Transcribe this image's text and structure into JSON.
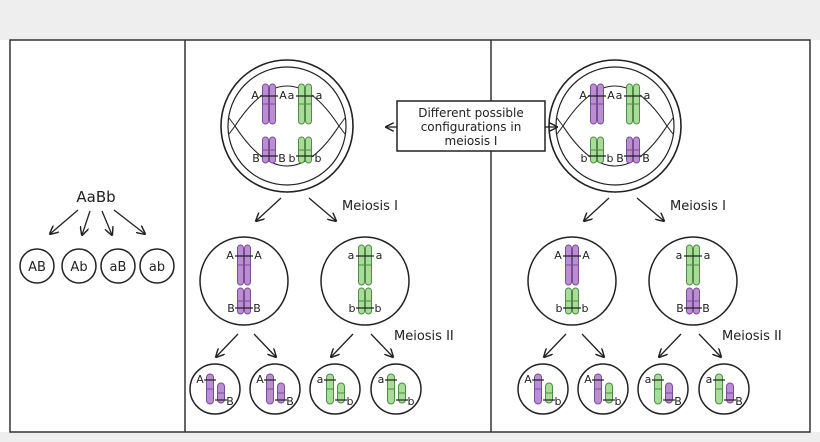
{
  "panel_left": {
    "genotype": "AaBb",
    "gametes": [
      "AB",
      "Ab",
      "aB",
      "ab"
    ]
  },
  "callout": {
    "lines": [
      "Different possible",
      "configurations in",
      "meiosis I"
    ]
  },
  "steps": {
    "meiosis1": "Meiosis I",
    "meiosis2": "Meiosis II"
  },
  "allele_labels": {
    "A_big": "A",
    "a_big": "a",
    "B_small": "B",
    "b_small": "b"
  },
  "colors": {
    "purple": "#b98fd2",
    "purple_dark": "#7a4c98",
    "green": "#a9dc98",
    "green_dark": "#4e8b45",
    "ink": "#222222",
    "background_outer": "#eeeeee"
  },
  "configurations": [
    {
      "name": "config-1",
      "metaphase": {
        "top": [
          "A",
          "A",
          "a",
          "a"
        ],
        "bottom": [
          "B",
          "B",
          "b",
          "b"
        ]
      },
      "daughters": [
        {
          "big": "A",
          "small": "B",
          "big_color": "purple",
          "small_color": "purple"
        },
        {
          "big": "a",
          "small": "b",
          "big_color": "green",
          "small_color": "green"
        }
      ],
      "gametes": [
        {
          "big": "A",
          "small": "B",
          "big_color": "purple",
          "small_color": "purple"
        },
        {
          "big": "A",
          "small": "B",
          "big_color": "purple",
          "small_color": "purple"
        },
        {
          "big": "a",
          "small": "b",
          "big_color": "green",
          "small_color": "green"
        },
        {
          "big": "a",
          "small": "b",
          "big_color": "green",
          "small_color": "green"
        }
      ]
    },
    {
      "name": "config-2",
      "metaphase": {
        "top": [
          "A",
          "A",
          "a",
          "a"
        ],
        "bottom": [
          "b",
          "b",
          "B",
          "B"
        ]
      },
      "daughters": [
        {
          "big": "A",
          "small": "b",
          "big_color": "purple",
          "small_color": "green"
        },
        {
          "big": "a",
          "small": "B",
          "big_color": "green",
          "small_color": "purple"
        }
      ],
      "gametes": [
        {
          "big": "A",
          "small": "b",
          "big_color": "purple",
          "small_color": "green"
        },
        {
          "big": "A",
          "small": "b",
          "big_color": "purple",
          "small_color": "green"
        },
        {
          "big": "a",
          "small": "B",
          "big_color": "green",
          "small_color": "purple"
        },
        {
          "big": "a",
          "small": "B",
          "big_color": "green",
          "small_color": "purple"
        }
      ]
    }
  ]
}
